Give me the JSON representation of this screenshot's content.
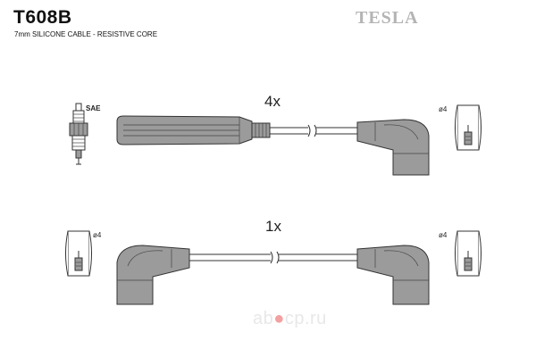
{
  "header": {
    "code": "T608B",
    "subtitle": "7mm SILICONE CABLE - RESISTIVE CORE",
    "brand": "TESLA"
  },
  "rows": [
    {
      "quantity": "4x",
      "left_label": "SAE",
      "right_label": "ø4"
    },
    {
      "quantity": "1x",
      "left_label": "ø4",
      "right_label": "ø4"
    }
  ],
  "watermark": "ab cp.ru",
  "colors": {
    "boot": "#9b9b9b",
    "outline": "#333333",
    "brand": "#b4b4b4"
  }
}
